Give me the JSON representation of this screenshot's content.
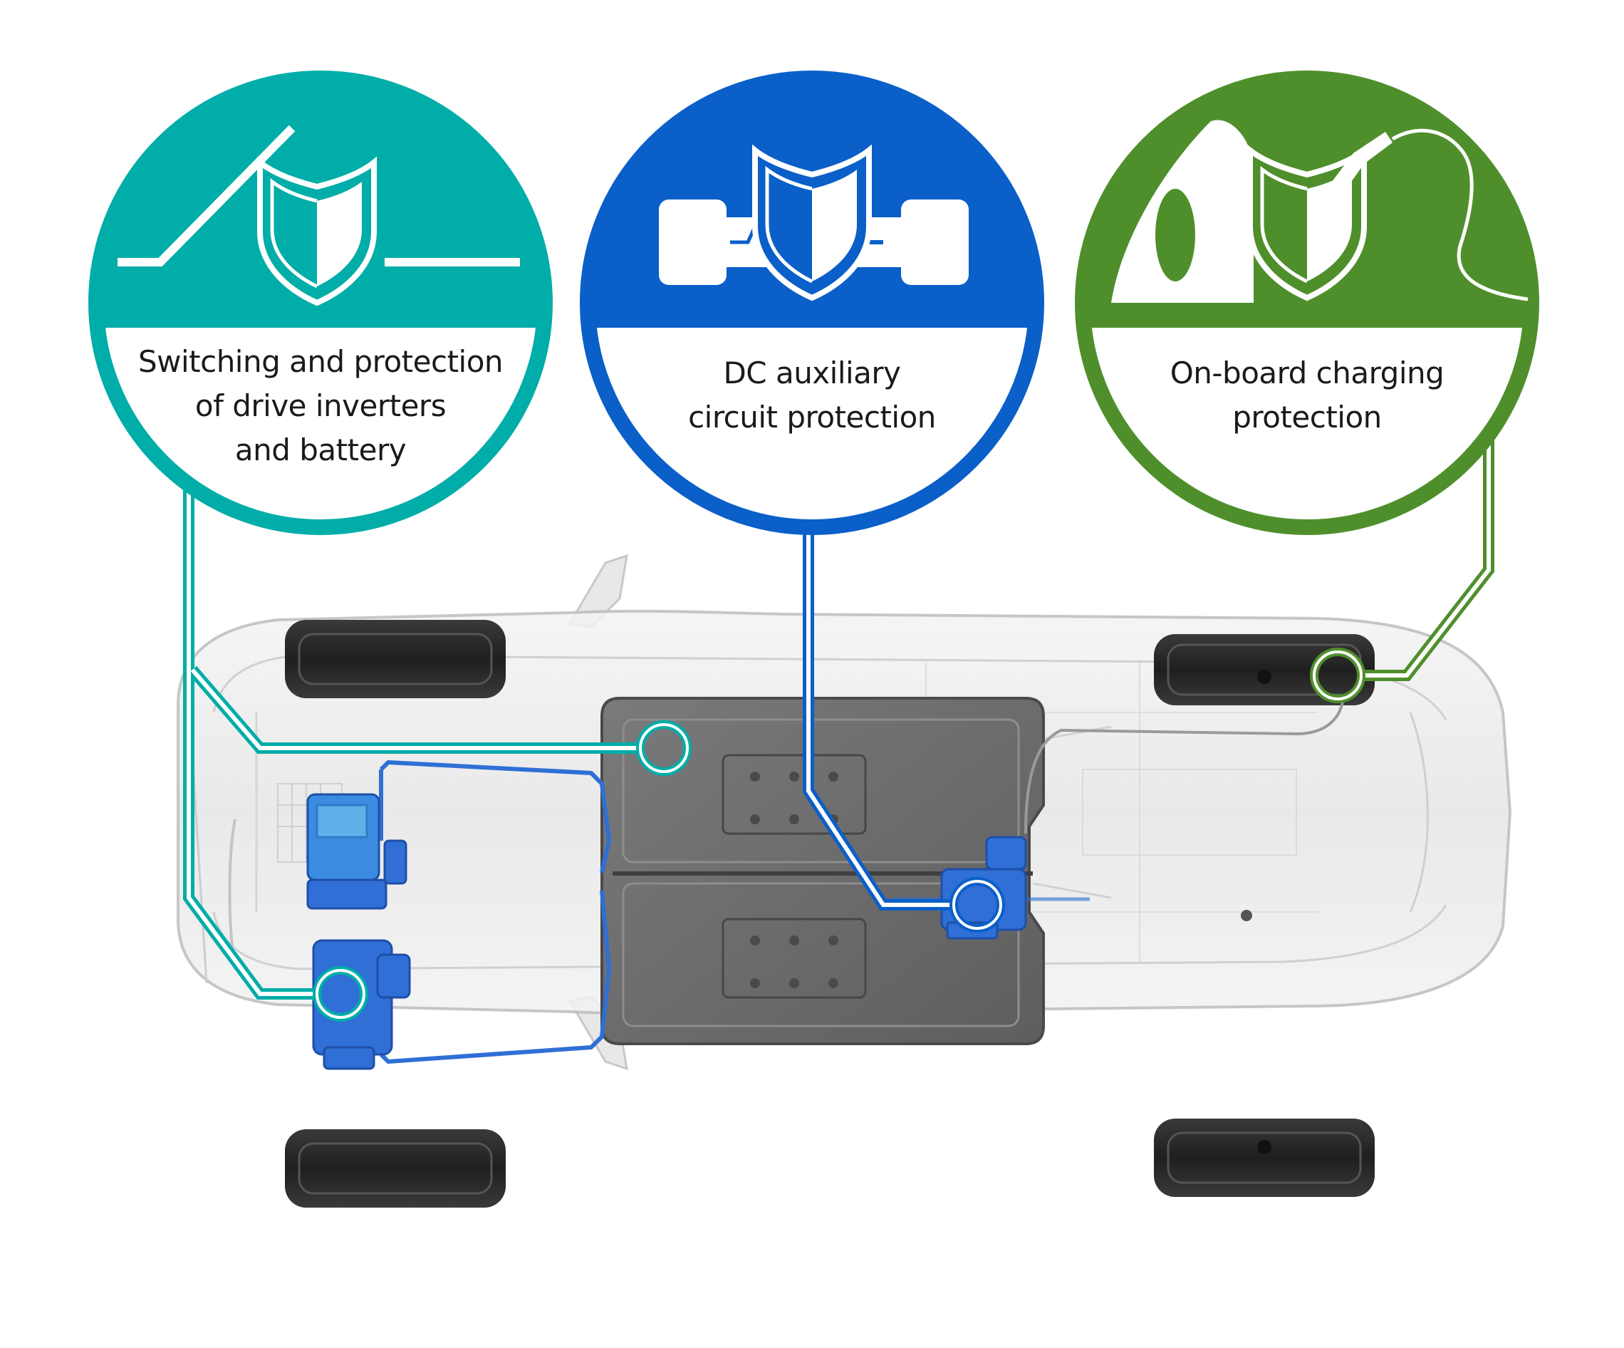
{
  "colors": {
    "teal": "#00ada8",
    "blue": "#0a5fc9",
    "green": "#4f8f2b",
    "battery": "#6b6b6b",
    "component_blue": "#2f6fd6"
  },
  "callouts": [
    {
      "id": "drive-inverters",
      "color": "#00ada8",
      "icon": "switch-shield-icon",
      "label": "Switching and protection\nof drive inverters\nand battery"
    },
    {
      "id": "dc-auxiliary",
      "color": "#0a5fc9",
      "icon": "fuse-shield-icon",
      "label": "DC auxiliary\ncircuit protection"
    },
    {
      "id": "onboard-charging",
      "color": "#4f8f2b",
      "icon": "charger-shield-icon",
      "label": "On-board charging\nprotection"
    }
  ],
  "illustration": {
    "subject": "car-chassis-xray-icon"
  }
}
